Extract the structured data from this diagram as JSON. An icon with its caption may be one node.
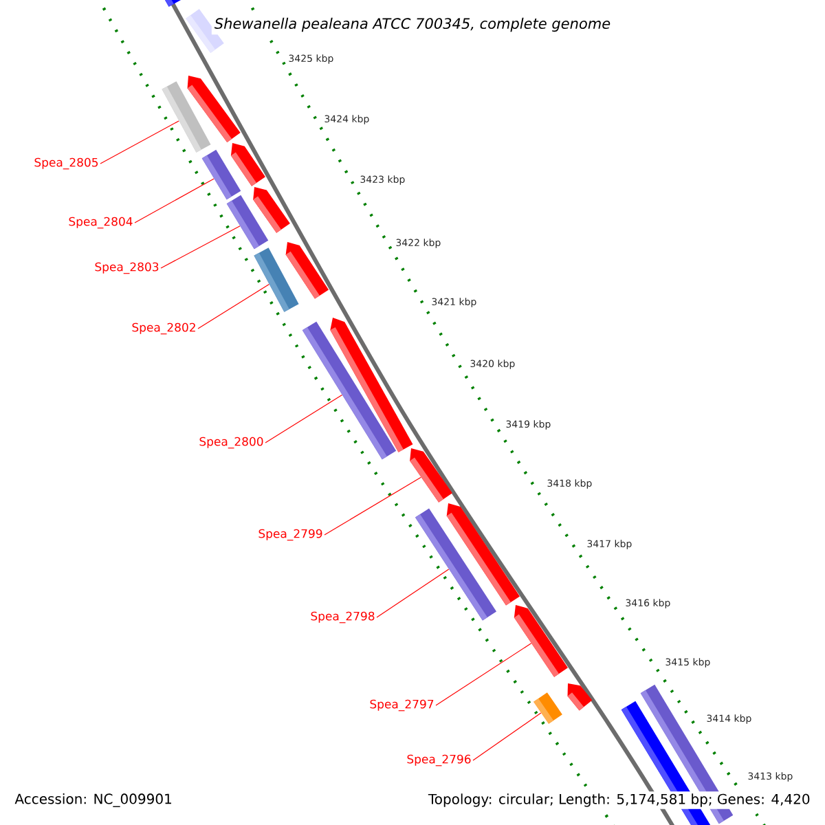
{
  "diagram": {
    "title": "Shewanella pealeana ATCC 700345, complete genome",
    "nodes": [
      {
        "text": [
          "Spea_2805"
        ]
      },
      {
        "text": [
          "Spea_2804"
        ]
      },
      {
        "text": [
          "Spea_2803"
        ]
      },
      {
        "text": [
          "Spea_2802"
        ]
      },
      {
        "text": [
          "Spea_2800"
        ]
      },
      {
        "text": [
          "Spea_2799"
        ]
      },
      {
        "text": [
          "Spea_2798"
        ]
      },
      {
        "text": [
          "Spea_2797"
        ]
      },
      {
        "text": [
          "Spea_2796"
        ]
      },
      {
        "text": [],
        "shape": "bar"
      },
      {
        "text": [],
        "shape": "bar"
      },
      {
        "text": [],
        "shape": "arrow"
      },
      {
        "text": [],
        "shape": "bar"
      },
      {
        "text": [],
        "shape": "arrow"
      },
      {
        "text": [],
        "shape": "bar"
      },
      {
        "text": [],
        "shape": "arrow"
      },
      {
        "text": [],
        "shape": "bar"
      },
      {
        "text": [],
        "shape": "arrow"
      },
      {
        "text": [],
        "shape": "bar"
      },
      {
        "text": [],
        "shape": "arrow"
      },
      {
        "text": [],
        "shape": "bar"
      },
      {
        "text": [],
        "shape": "arrow"
      },
      {
        "text": [],
        "shape": "arrow"
      },
      {
        "text": [],
        "shape": "bar"
      },
      {
        "text": [],
        "shape": "arrow"
      },
      {
        "text": [],
        "shape": "arrow"
      },
      {
        "text": [],
        "shape": "bar"
      },
      {
        "text": [],
        "shape": "bar"
      },
      {
        "text": [],
        "shape": "bar"
      }
    ],
    "edges": [
      {
        "from": 0,
        "to": 12,
        "arrow": "none"
      },
      {
        "from": 1,
        "to": 14,
        "arrow": "none"
      },
      {
        "from": 2,
        "to": 16,
        "arrow": "none"
      },
      {
        "from": 3,
        "to": 18,
        "arrow": "none"
      },
      {
        "from": 4,
        "to": 20,
        "arrow": "none"
      },
      {
        "from": 5,
        "to": 21,
        "arrow": "none"
      },
      {
        "from": 6,
        "to": 23,
        "arrow": "none"
      },
      {
        "from": 7,
        "to": 24,
        "arrow": "none"
      },
      {
        "from": 8,
        "to": 27,
        "arrow": "none"
      }
    ],
    "labels": [
      "3425 kbp",
      "3424 kbp",
      "3423 kbp",
      "3422 kbp",
      "3421 kbp",
      "3420 kbp",
      "3419 kbp",
      "3418 kbp",
      "3417 kbp",
      "3416 kbp",
      "3415 kbp",
      "3414 kbp",
      "3413 kbp",
      "Accession: NC_009901",
      "Topology: circular; Length: 5,174,581 bp; Genes: 4,420"
    ]
  }
}
